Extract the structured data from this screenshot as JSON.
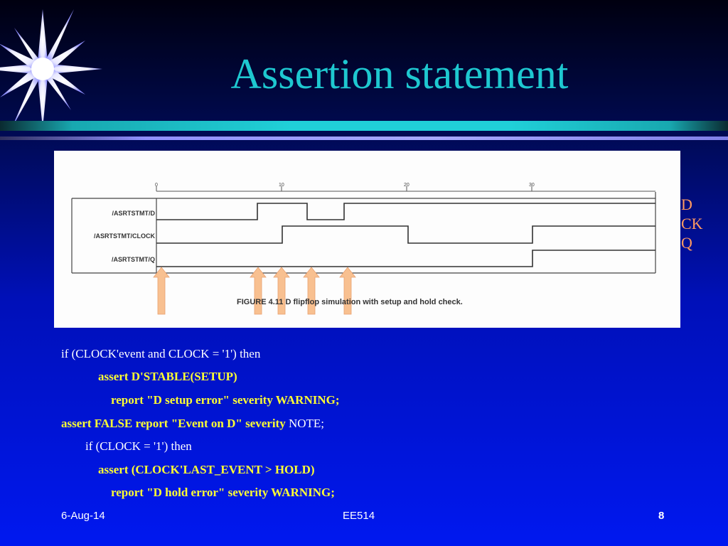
{
  "slide": {
    "title": "Assertion statement",
    "signals": {
      "d": "/ASRTSTMT/D",
      "clock": "/ASRTSTMT/CLOCK",
      "q": "/ASRTSTMT/Q"
    },
    "ticks": [
      "0",
      "10",
      "20",
      "30"
    ],
    "caption": "FIGURE 4.11 D flipflop simulation with setup and hold check.",
    "legend": [
      "D",
      "CK",
      "Q"
    ],
    "code": {
      "line1": "if (CLOCK'event and CLOCK = '1') then",
      "line2": "assert D'STABLE(SETUP)",
      "line3": "report \"D setup error\" severity WARNING;",
      "line4_bold": "assert FALSE report \"Event on D\" severity",
      "line4_plain": " NOTE;",
      "line5": "if (CLOCK = '1') then",
      "line6": "assert (CLOCK'LAST_EVENT > HOLD)",
      "line7": "report \"D hold error\" severity WARNING;"
    },
    "footer": {
      "date": "6-Aug-14",
      "course": "EE514",
      "page": "8"
    },
    "colors": {
      "title": "#1ec8d0",
      "legend": "#ff9a60",
      "code_highlight": "#ffff33",
      "arrow": "#f8c090"
    }
  }
}
